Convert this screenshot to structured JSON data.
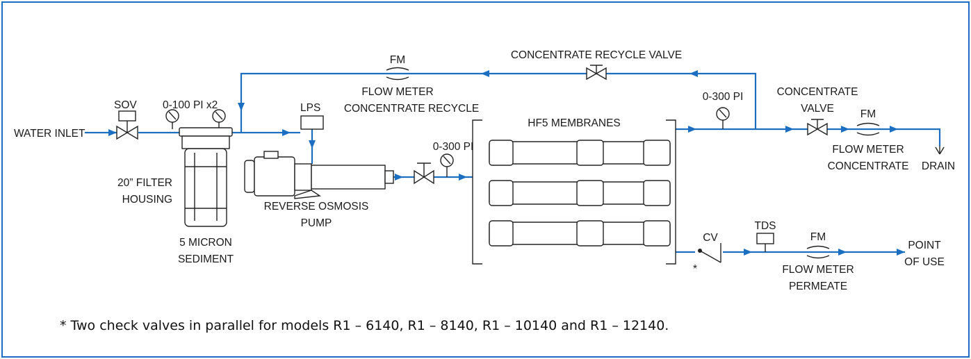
{
  "labels": {
    "water_inlet": "WATER INLET",
    "sov": "SOV",
    "inlet_gauges": "0-100 PI x2",
    "filter_housing_1": "20” FILTER",
    "filter_housing_2": "HOUSING",
    "filter_media_1": "5 MICRON",
    "filter_media_2": "SEDIMENT",
    "lps": "LPS",
    "pump_1": "REVERSE OSMOSIS",
    "pump_2": "PUMP",
    "pump_gauge": "0-300 PI",
    "fm": "FM",
    "flow_meter_recycle_1": "FLOW METER",
    "flow_meter_recycle_2": "CONCENTRATE RECYCLE",
    "concentrate_recycle_valve": "CONCENTRATE RECYCLE VALVE",
    "membranes": "HF5 MEMBRANES",
    "conc_gauge": "0-300 PI",
    "concentrate_valve_1": "CONCENTRATE",
    "concentrate_valve_2": "VALVE",
    "flow_meter_concentrate_1": "FLOW METER",
    "flow_meter_concentrate_2": "CONCENTRATE",
    "drain": "DRAIN",
    "cv": "CV",
    "asterisk": "*",
    "tds": "TDS",
    "flow_meter_permeate_1": "FLOW METER",
    "flow_meter_permeate_2": "PERMEATE",
    "point_of_use_1": "POINT",
    "point_of_use_2": "OF USE"
  },
  "footnote": "* Two check valves in parallel for models R1 – 6140, R1 – 8140, R1 – 10140 and R1 – 12140.",
  "colors": {
    "pipe": "#1c6fc0",
    "frame": "#1c6fc0",
    "ink": "#222222"
  }
}
